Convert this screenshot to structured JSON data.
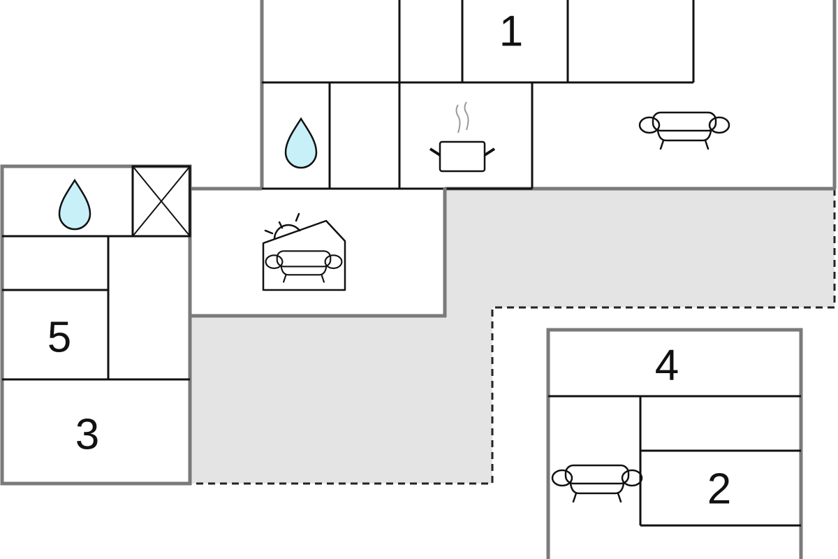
{
  "floor_plan": {
    "rooms": {
      "bedroom_1": "1",
      "bedroom_2": "2",
      "bedroom_3": "3",
      "bedroom_4": "4",
      "bedroom_5": "5"
    },
    "icons": [
      "bathroom-drop-icon",
      "kitchen-pot-icon",
      "living-sofa-icon",
      "sunroom-icon",
      "installation-cross-icon"
    ],
    "colors": {
      "terrace": "#e4e4e4",
      "water": "#c8f0f8",
      "outer_wall": "#7a7a7a",
      "inner_wall": "#111111"
    }
  }
}
